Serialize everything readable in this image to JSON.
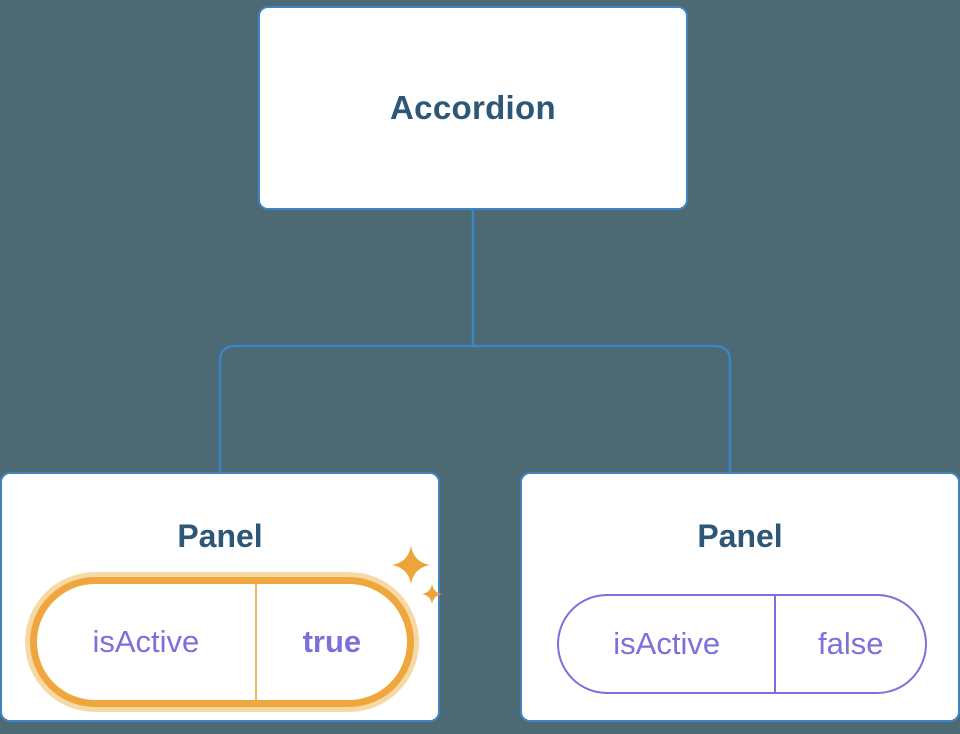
{
  "diagram": {
    "root": {
      "label": "Accordion"
    },
    "panels": [
      {
        "title": "Panel",
        "prop_name": "isActive",
        "prop_value": "true",
        "state": "active"
      },
      {
        "title": "Panel",
        "prop_name": "isActive",
        "prop_value": "false",
        "state": "inactive"
      }
    ],
    "colors": {
      "background": "#4d6973",
      "node_border": "#3d85c0",
      "title_text": "#2d5777",
      "prop_text": "#7c70dd",
      "highlight_border": "#efa63c",
      "highlight_glow": "#f7d9a5"
    }
  }
}
